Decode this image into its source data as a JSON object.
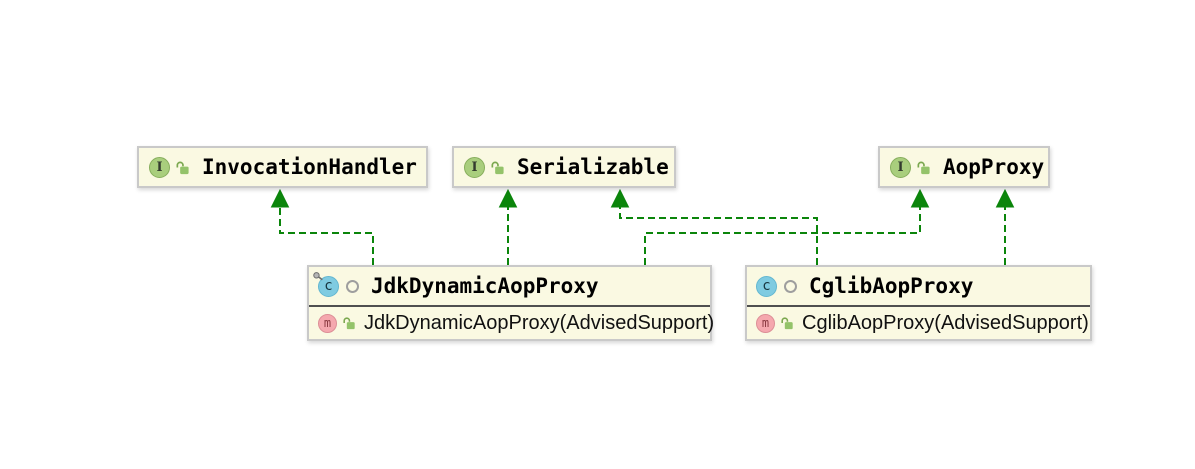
{
  "icon_letters": {
    "interface": "I",
    "class": "c",
    "method": "m"
  },
  "colors": {
    "node_fill": "#FAF9E2",
    "node_border": "#C9C9C9",
    "header_separator": "#4F4F4F",
    "edge_green": "#0B850B",
    "interface_icon_fill": "#A9CE7D",
    "interface_icon_border": "#87AE5C",
    "interface_letter_color": "#333B2E",
    "class_icon_fill": "#7FCBE1",
    "class_icon_border": "#63B7D1",
    "class_letter_color": "#17353F",
    "method_icon_fill": "#F5A8AE",
    "method_icon_border": "#DD8F97",
    "method_letter_color": "#8C3A41",
    "lock_fill": "#94C36A",
    "lock_stroke": "#7BA84F",
    "visibility_ring": "#9E9E9E",
    "pin_fill": "#B5B5B5",
    "pin_stroke": "#6E6E6E"
  },
  "nodes": {
    "invocation_handler": {
      "kind": "interface",
      "title": "InvocationHandler"
    },
    "serializable": {
      "kind": "interface",
      "title": "Serializable"
    },
    "aop_proxy": {
      "kind": "interface",
      "title": "AopProxy"
    },
    "jdk_dynamic_aop_proxy": {
      "kind": "class",
      "title": "JdkDynamicAopProxy",
      "members": [
        {
          "label": "JdkDynamicAopProxy(AdvisedSupport)"
        }
      ]
    },
    "cglib_aop_proxy": {
      "kind": "class",
      "title": "CglibAopProxy",
      "members": [
        {
          "label": "CglibAopProxy(AdvisedSupport)"
        }
      ]
    }
  },
  "edges": [
    {
      "from": "JdkDynamicAopProxy",
      "to": "InvocationHandler",
      "type": "implements"
    },
    {
      "from": "JdkDynamicAopProxy",
      "to": "Serializable",
      "type": "implements"
    },
    {
      "from": "JdkDynamicAopProxy",
      "to": "AopProxy",
      "type": "implements"
    },
    {
      "from": "CglibAopProxy",
      "to": "Serializable",
      "type": "implements"
    },
    {
      "from": "CglibAopProxy",
      "to": "AopProxy",
      "type": "implements"
    }
  ]
}
